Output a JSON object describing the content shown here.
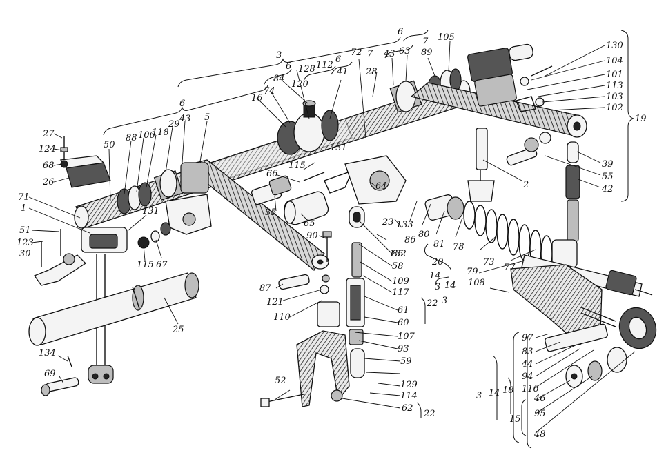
{
  "diagram": {
    "part_labels": [
      "27",
      "124",
      "68",
      "26",
      "71",
      "1",
      "51",
      "123",
      "30",
      "50",
      "88",
      "106",
      "118",
      "29",
      "43",
      "5",
      "16",
      "74",
      "84",
      "128",
      "120",
      "112",
      "41",
      "72",
      "28",
      "43",
      "63",
      "89",
      "105",
      "130",
      "104",
      "101",
      "113",
      "103",
      "102",
      "19",
      "131",
      "115",
      "66",
      "35",
      "65",
      "90",
      "64",
      "2",
      "39",
      "55",
      "42",
      "131",
      "115",
      "67",
      "25",
      "134",
      "69",
      "87",
      "121",
      "110",
      "52",
      "85",
      "58",
      "109",
      "117",
      "61",
      "60",
      "107",
      "93",
      "59",
      "129",
      "114",
      "62",
      "22",
      "22",
      "23",
      "133",
      "86",
      "132",
      "80",
      "81",
      "78",
      "73",
      "77",
      "79",
      "20",
      "14",
      "3",
      "108",
      "97",
      "83",
      "44",
      "94",
      "116",
      "46",
      "95",
      "48",
      "18",
      "14",
      "3",
      "15"
    ],
    "group_labels": {
      "g3_top": "3",
      "g6_left": "6",
      "g6_a": "6",
      "g6_b": "6",
      "g6_c": "6",
      "g7_a": "7",
      "g7_b": "7",
      "g3_bottom": "3",
      "g14": "14"
    }
  }
}
